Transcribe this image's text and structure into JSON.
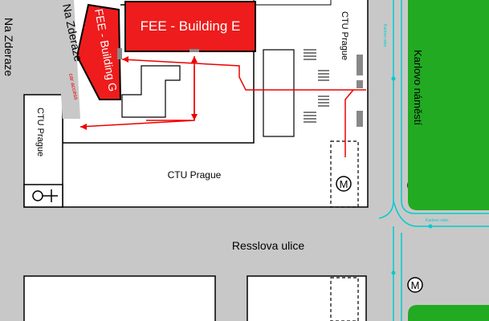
{
  "map": {
    "labels": {
      "fee_building_e": "FEE - Building E",
      "fee_building_g": "FEE - Building G",
      "street_na_zderaze_left": "Na Zderaze",
      "street_na_zderaze_diag": "Na Zderaze",
      "street_resslova": "Resslova ulice",
      "square_karlovo": "Karlovo náměstí",
      "ctu_prague_main": "CTU Prague",
      "ctu_prague_top_right": "CTU Prague",
      "ctu_prague_left_box": "CTU Prague",
      "car_access": "car access",
      "metro_symbol": "M",
      "tram_stop_top": "Karlovo nám.",
      "tram_stop_mid": "Karlovo nám."
    },
    "colors": {
      "background_road": "#c8c8c8",
      "block": "#ffffff",
      "building_red": "#ee1c1c",
      "park_green": "#22aa22",
      "route_red": "#ee0000",
      "tram_line": "#00cccc",
      "outline": "#000000"
    },
    "icons": {
      "metro": "metro-m-icon",
      "toilet": "female-male-toilet-icon",
      "stairs": "stairs-icon",
      "arrow": "route-arrow-icon"
    }
  }
}
